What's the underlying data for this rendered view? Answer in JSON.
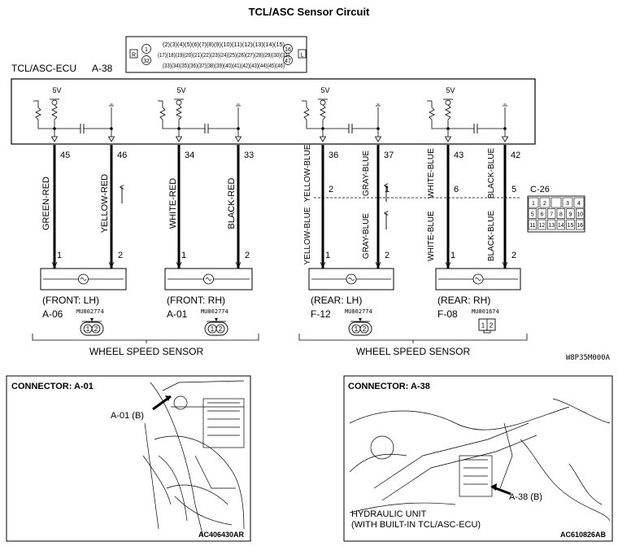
{
  "title": "TCL/ASC Sensor Circuit",
  "ecu": {
    "label": "TCL/ASC-ECU",
    "connector": "A-38",
    "pin_rows": [
      "(2)(3)(4)(5)(6)(7)(8)(9)(10)(11)(12)(13)(14)(15)",
      "(17)(18)(19)(20)(21)(22)(23)(24)(25)(26)(27)(28)(29)(30)(31)",
      "(33)(34)(35)(36)(37)(38)(39)(40)(41)(42)(43)(44)(45)(46)"
    ],
    "left_pins": [
      "1",
      "32"
    ],
    "right_pins": [
      "16",
      "47"
    ],
    "left_tag": "R",
    "right_tag": "L",
    "supply": "5V"
  },
  "sensors": [
    {
      "position": "(FRONT: LH)",
      "connector": "A-06",
      "part_no": "MU802774",
      "ecu_pins": [
        "45",
        "46"
      ],
      "wires": [
        "GREEN-RED",
        "YELLOW-RED"
      ],
      "sensor_pins": [
        "1",
        "2"
      ]
    },
    {
      "position": "(FRONT: RH)",
      "connector": "A-01",
      "part_no": "MU802774",
      "ecu_pins": [
        "34",
        "33"
      ],
      "wires": [
        "WHITE-RED",
        "BLACK-RED"
      ],
      "sensor_pins": [
        "1",
        "2"
      ]
    },
    {
      "position": "(REAR: LH)",
      "connector": "F-12",
      "part_no": "MU802774",
      "ecu_pins": [
        "36",
        "37"
      ],
      "wires_upper": [
        "YELLOW-BLUE",
        "GRAY-BLUE"
      ],
      "junction_pins": [
        "2",
        "1"
      ],
      "wires_lower": [
        "YELLOW-BLUE",
        "GRAY-BLUE"
      ],
      "sensor_pins": [
        "1",
        "2"
      ]
    },
    {
      "position": "(REAR: RH)",
      "connector": "F-08",
      "part_no": "MU801674",
      "ecu_pins": [
        "43",
        "42"
      ],
      "wires_upper": [
        "WHITE-BLUE",
        "BLACK-BLUE"
      ],
      "junction_pins": [
        "6",
        "5"
      ],
      "wires_lower": [
        "WHITE-BLUE",
        "BLACK-BLUE"
      ],
      "sensor_pins": [
        "1",
        "2"
      ]
    }
  ],
  "junction_connector": {
    "label": "C-26",
    "row1": [
      "1",
      "2",
      "",
      "3",
      "4"
    ],
    "row2": [
      "5",
      "6",
      "7",
      "8",
      "9",
      "10"
    ],
    "row3": [
      "11",
      "12",
      "13",
      "14",
      "15",
      "16"
    ]
  },
  "group_labels": [
    "WHEEL SPEED SENSOR",
    "WHEEL SPEED SENSOR"
  ],
  "figure_code": "W8P35M000A",
  "photos": [
    {
      "title": "CONNECTOR: A-01",
      "callout": "A-01 (B)",
      "code": "AC406430AR"
    },
    {
      "title": "CONNECTOR: A-38",
      "callout": "A-38 (B)",
      "caption_line1": "HYDRAULIC UNIT",
      "caption_line2": "(WITH BUILT-IN TCL/ASC-ECU)",
      "code": "AC610826AB"
    }
  ]
}
